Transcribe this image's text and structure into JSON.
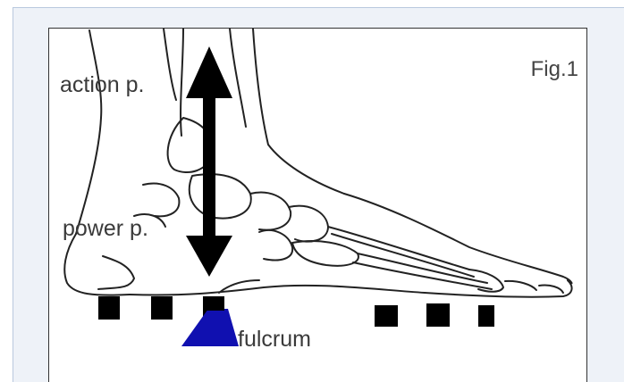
{
  "figure": {
    "label": "Fig.1",
    "labels": {
      "action": "action p.",
      "power": "power p.",
      "fulcrum": "fulcrum"
    }
  },
  "colors": {
    "fulcrum": "#1010b0",
    "arrow": "#000000",
    "outline": "#222222",
    "panel_bg": "#eef2f8",
    "panel_border": "#b9c9de"
  },
  "icons": {
    "arrow": "double-arrow-icon",
    "fulcrum": "triangle-icon",
    "sensor": "square-marker-icon"
  }
}
